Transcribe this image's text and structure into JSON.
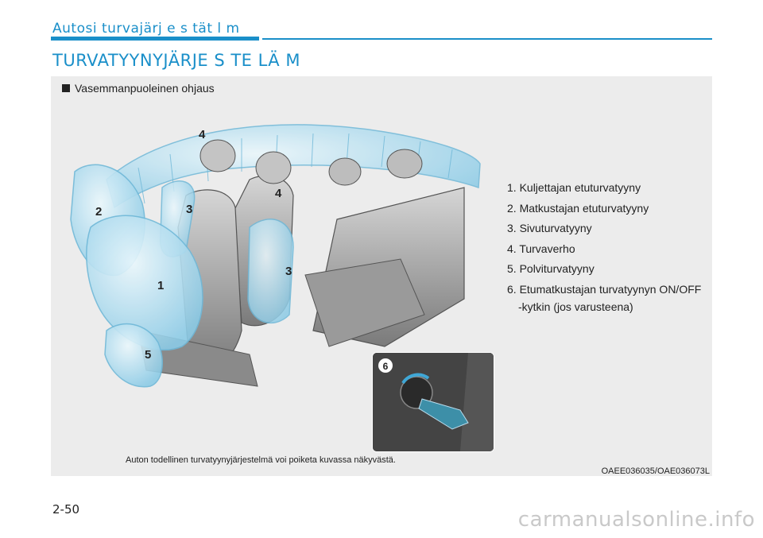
{
  "header": {
    "chapter": "Autosi turvajärj e s tät l m"
  },
  "section": {
    "title": "TURVATYYNYJÄRJE S TE LÄ M"
  },
  "figure": {
    "heading": "Vasemmanpuoleinen ohjaus",
    "callouts": [
      "1",
      "2",
      "3",
      "3",
      "4",
      "4",
      "5",
      "6"
    ],
    "legend": [
      "1. Kuljettajan etuturvatyyny",
      "2. Matkustajan etuturvatyyny",
      "3. Sivuturvatyyny",
      "4. Turvaverho",
      "5. Polviturvatyyny",
      "6. Etumatkustajan turvatyynyn ON/OFF"
    ],
    "legend_continuation": "-kytkin (jos varusteena)",
    "caption": "Auton todellinen turvatyynyjärjestelmä voi poiketa kuvassa näkyvästä.",
    "code": "OAEE036035/OAE036073L"
  },
  "footer": {
    "page_number": "2-50",
    "watermark": "carmanualsonline.info"
  },
  "colors": {
    "accent": "#1a8fc9",
    "airbag_fill": "#bfe3f2",
    "figure_bg": "#ececec"
  }
}
